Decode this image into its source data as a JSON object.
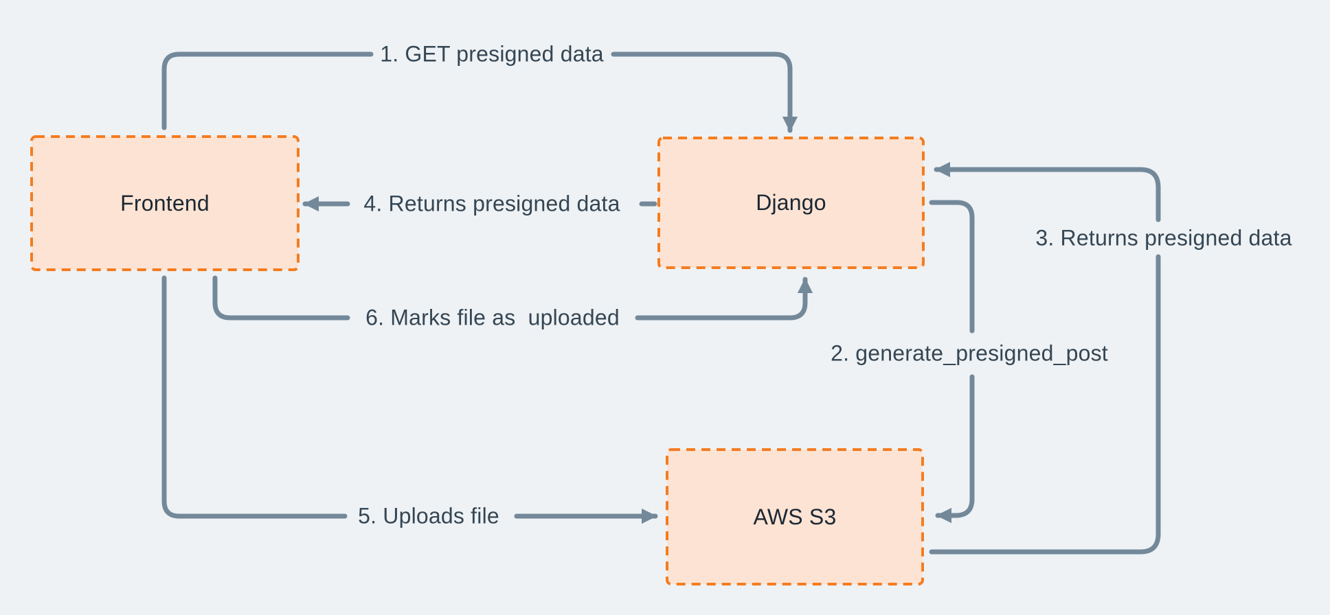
{
  "diagram": {
    "type": "flow-diagram",
    "nodes": [
      {
        "id": "frontend",
        "label": "Frontend"
      },
      {
        "id": "django",
        "label": "Django"
      },
      {
        "id": "aws_s3",
        "label": "AWS S3"
      }
    ],
    "edges": [
      {
        "step": "1",
        "label": "1. GET presigned data",
        "from": "frontend",
        "to": "django"
      },
      {
        "step": "2",
        "label": "2. generate_presigned_post",
        "from": "django",
        "to": "aws_s3"
      },
      {
        "step": "3",
        "label": "3. Returns presigned data",
        "from": "aws_s3",
        "to": "django"
      },
      {
        "step": "4",
        "label": "4. Returns presigned data",
        "from": "django",
        "to": "frontend"
      },
      {
        "step": "5",
        "label": "5. Uploads file",
        "from": "frontend",
        "to": "aws_s3"
      },
      {
        "step": "6",
        "label": "6. Marks file as  uploaded",
        "from": "frontend",
        "to": "django"
      }
    ],
    "colors": {
      "background": "#eef2f5",
      "node_fill": "#fce3d3",
      "node_border": "#f47c20",
      "arrow": "#73899a",
      "label_text": "#354653",
      "node_text": "#1b2733"
    }
  }
}
